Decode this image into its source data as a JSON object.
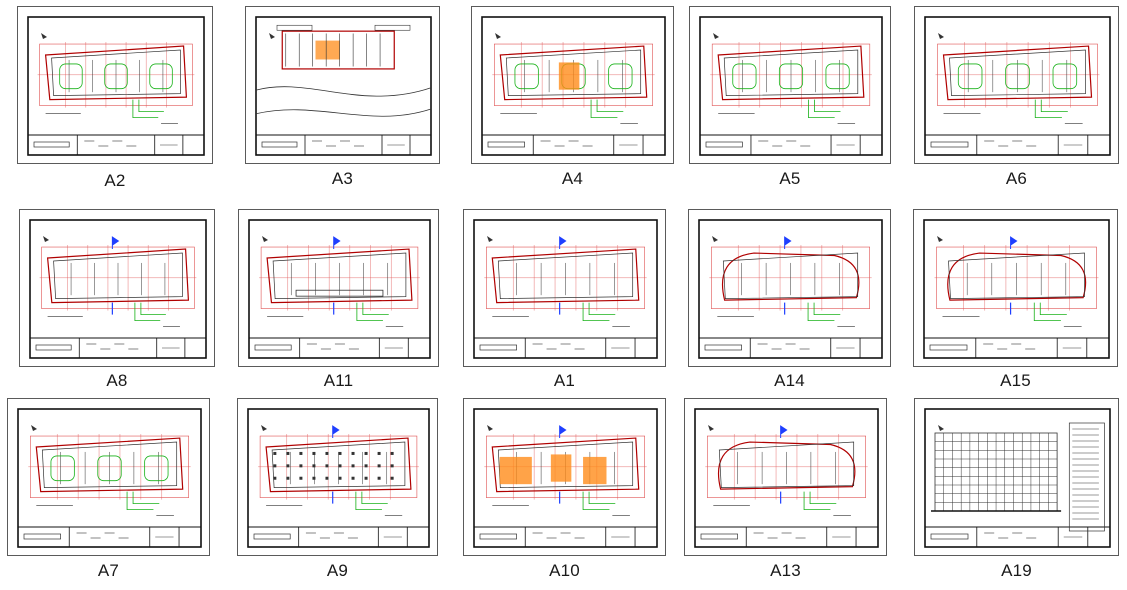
{
  "sheets": [
    {
      "label": "A2",
      "plan": "ground"
    },
    {
      "label": "A3",
      "plan": "site"
    },
    {
      "label": "A4",
      "plan": "ground-color"
    },
    {
      "label": "A5",
      "plan": "ground"
    },
    {
      "label": "A6",
      "plan": "ground"
    },
    {
      "label": "A8",
      "plan": "upper"
    },
    {
      "label": "A11",
      "plan": "roof"
    },
    {
      "label": "A1",
      "plan": "upper"
    },
    {
      "label": "A14",
      "plan": "curved"
    },
    {
      "label": "A15",
      "plan": "curved"
    },
    {
      "label": "A7",
      "plan": "ground"
    },
    {
      "label": "A9",
      "plan": "structure"
    },
    {
      "label": "A10",
      "plan": "upper-color"
    },
    {
      "label": "A13",
      "plan": "curved"
    },
    {
      "label": "A19",
      "plan": "elevation"
    }
  ],
  "colors": {
    "frame": "#111111",
    "outline": "#b00000",
    "grid": "#e05050",
    "dimension": "#19b219",
    "accent": "#ff8c1a",
    "marker": "#1f3fff",
    "detail": "#333333"
  }
}
